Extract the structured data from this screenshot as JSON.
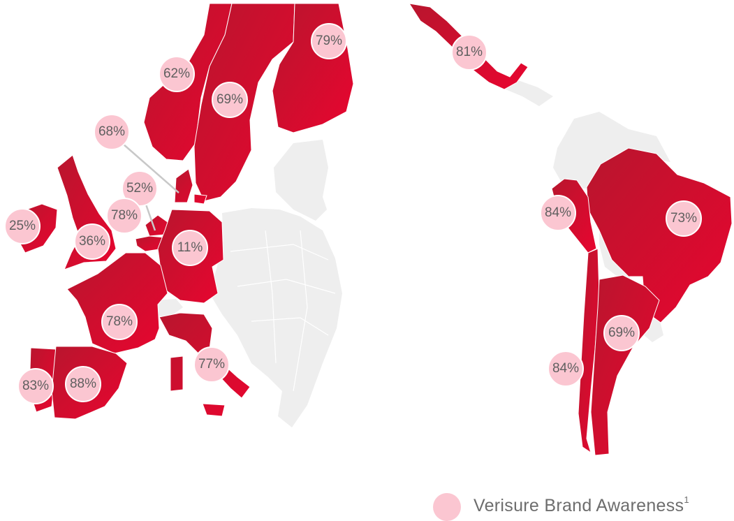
{
  "colors": {
    "market_dark": "#b8162e",
    "market_bright": "#e8052f",
    "non_market": "#eeeeee",
    "badge": "#fbc6d1",
    "badge_text": "#5f5f5f",
    "legend_text": "#6d6d6d"
  },
  "markers": [
    {
      "id": "finland",
      "value": "79%"
    },
    {
      "id": "norway",
      "value": "62%"
    },
    {
      "id": "sweden",
      "value": "69%"
    },
    {
      "id": "denmark",
      "value": "68%"
    },
    {
      "id": "netherlands",
      "value": "52%"
    },
    {
      "id": "belgium",
      "value": "78%"
    },
    {
      "id": "ireland",
      "value": "25%"
    },
    {
      "id": "united-kingdom",
      "value": "36%"
    },
    {
      "id": "germany",
      "value": "11%"
    },
    {
      "id": "france",
      "value": "78%"
    },
    {
      "id": "portugal",
      "value": "83%"
    },
    {
      "id": "spain",
      "value": "88%"
    },
    {
      "id": "italy",
      "value": "77%"
    },
    {
      "id": "mexico",
      "value": "81%"
    },
    {
      "id": "peru",
      "value": "84%"
    },
    {
      "id": "brazil",
      "value": "73%"
    },
    {
      "id": "argentina",
      "value": "69%"
    },
    {
      "id": "chile",
      "value": "84%"
    }
  ],
  "legend": {
    "label": "Verisure Brand Awareness",
    "footnote": "1"
  }
}
